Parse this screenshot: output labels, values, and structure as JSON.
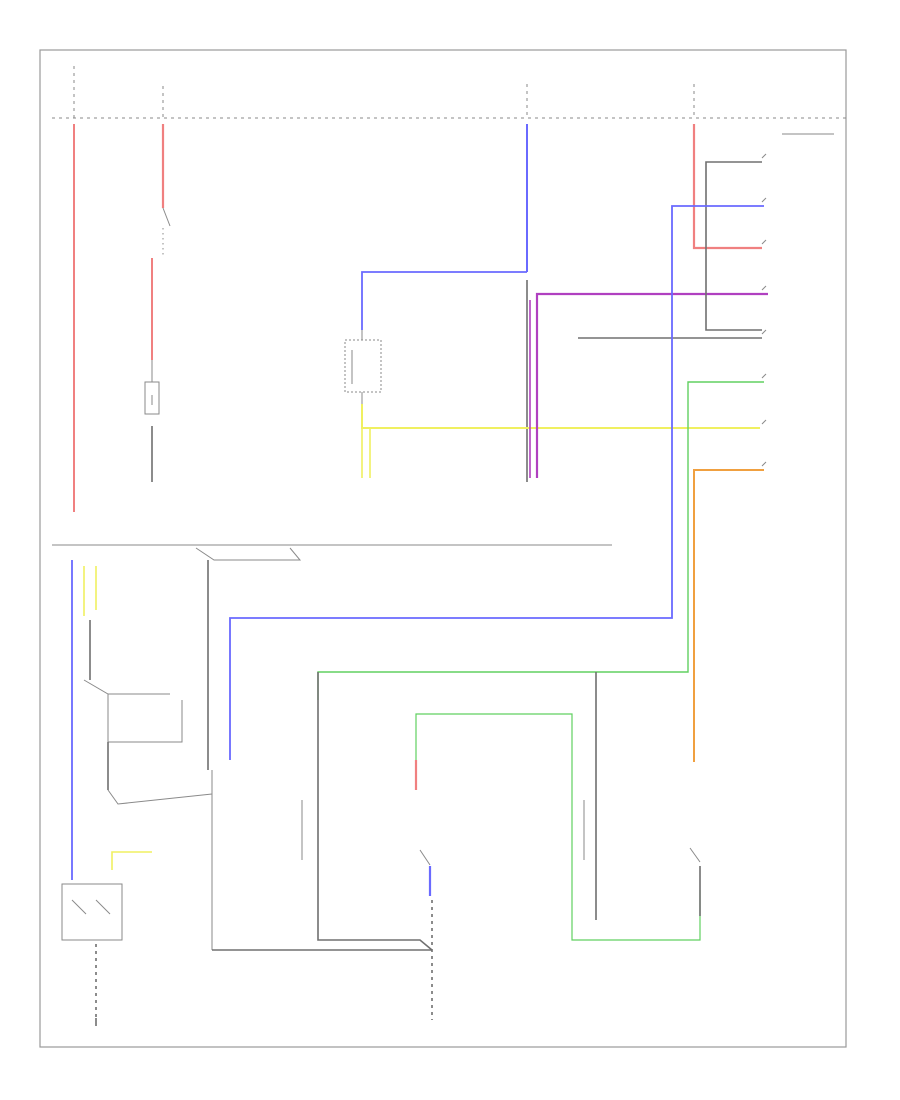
{
  "sheet_id": "",
  "top_bar_labels": [
    {
      "key": "hot_at_all_times_left",
      "text": ""
    },
    {
      "key": "hot_in_run_start",
      "text": ""
    },
    {
      "key": "hot_at_all_times_right",
      "text": ""
    },
    {
      "key": "fuse_box_note",
      "text": ""
    }
  ],
  "component_labels": [
    {
      "key": "ignition_switch",
      "text": ""
    },
    {
      "key": "door_switch",
      "text": ""
    },
    {
      "key": "cargo_switch",
      "text": ""
    },
    {
      "key": "defogger_relay",
      "text": ""
    },
    {
      "key": "defogger_ground",
      "text": ""
    },
    {
      "key": "ignition_feed",
      "text": ""
    },
    {
      "key": "battery_left",
      "text": ""
    },
    {
      "key": "electronic_control_unit",
      "text": ""
    },
    {
      "key": "interior_light_system",
      "text": ""
    },
    {
      "key": "lamp_check_note",
      "text": ""
    },
    {
      "key": "lock_actuator_left",
      "text": ""
    },
    {
      "key": "door_lock_switch_left",
      "text": ""
    },
    {
      "key": "lock_actuator_right",
      "text": ""
    },
    {
      "key": "door_lock_switch_right",
      "text": ""
    },
    {
      "key": "ground_left",
      "text": ""
    },
    {
      "key": "ground_center",
      "text": ""
    },
    {
      "key": "right_rear_note",
      "text": ""
    }
  ],
  "connector_labels": [
    {
      "key": "c1",
      "text": ""
    },
    {
      "key": "c2",
      "text": ""
    },
    {
      "key": "c3",
      "text": ""
    },
    {
      "key": "c4",
      "text": ""
    },
    {
      "key": "c5",
      "text": ""
    },
    {
      "key": "c6",
      "text": ""
    },
    {
      "key": "c7",
      "text": ""
    },
    {
      "key": "c8",
      "text": ""
    }
  ],
  "wire_colors": {
    "red": "#f08080",
    "blue": "#6a6aff",
    "purple": "#b040c0",
    "yellow": "#f0f060",
    "green": "#60d060",
    "orange": "#f0a040",
    "gray": "#707070",
    "light_gray": "#a8a8a8"
  }
}
